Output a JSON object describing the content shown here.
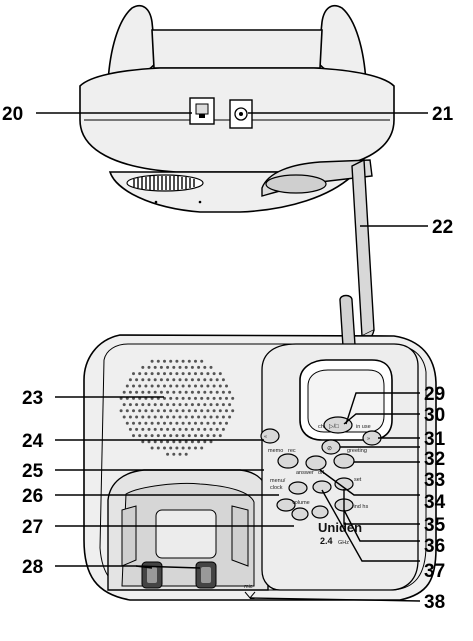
{
  "callouts": {
    "n20": "20",
    "n21": "21",
    "n22": "22",
    "n23": "23",
    "n24": "24",
    "n25": "25",
    "n26": "26",
    "n27": "27",
    "n28": "28",
    "n29": "29",
    "n30": "30",
    "n31": "31",
    "n32": "32",
    "n33": "33",
    "n34": "34",
    "n35": "35",
    "n36": "36",
    "n37": "37",
    "n38": "38"
  },
  "labels": {
    "charge": "charge",
    "in_use": "in use",
    "memo": "memo",
    "rec": "rec",
    "answer": "answer",
    "off": "off",
    "greeting": "greeting",
    "menu": "menu/",
    "clock": "clock",
    "set": "set",
    "volume": "volume",
    "find_hs": "find hs",
    "mic": "mic",
    "brand": "Uniden",
    "band": "2.4",
    "band_unit": "GHz",
    "play_stop": "▷/□",
    "delete": "⊘"
  },
  "icons": {
    "skip_back": "rewind-icon",
    "skip_fwd": "fast-forward-icon",
    "phone_jack": "phone-jack-icon",
    "power_jack": "power-jack-icon"
  }
}
